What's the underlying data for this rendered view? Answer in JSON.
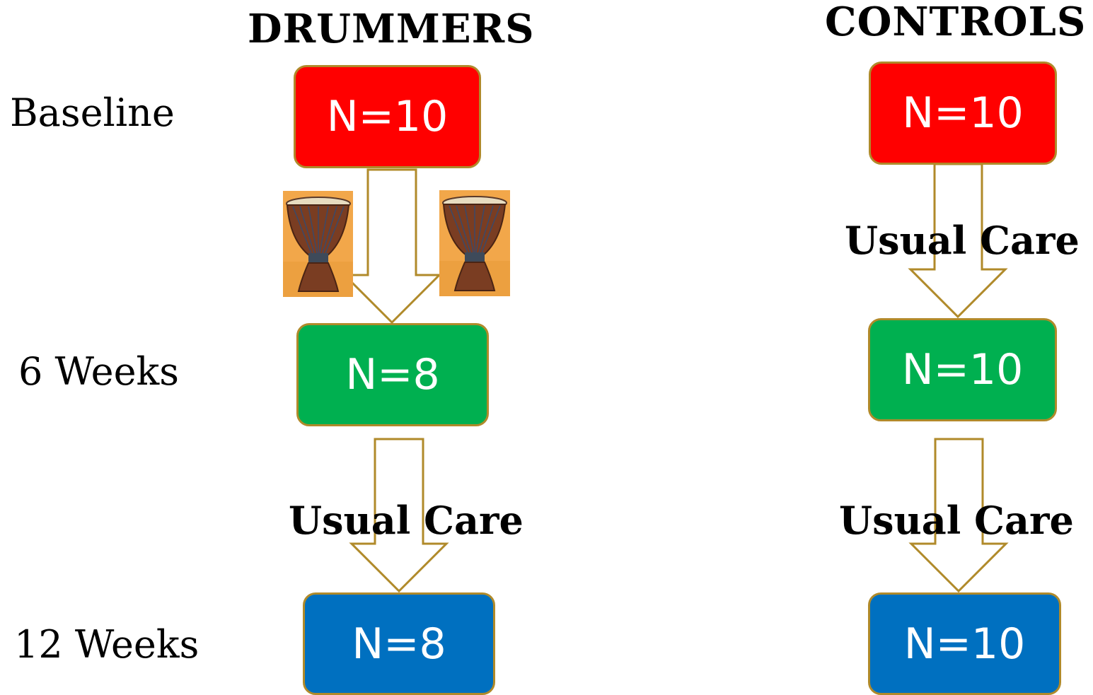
{
  "columns": {
    "drummers": "DRUMMERS",
    "controls": "CONTROLS"
  },
  "rows": {
    "baseline": "Baseline",
    "six_weeks": "6 Weeks",
    "twelve_weeks": "12 Weeks"
  },
  "drummers": {
    "baseline_n": "N=10",
    "six_weeks_n": "N=8",
    "twelve_weeks_n": "N=8",
    "arrow2_label": "Usual Care"
  },
  "controls": {
    "baseline_n": "N=10",
    "six_weeks_n": "N=10",
    "twelve_weeks_n": "N=10",
    "arrow1_label": "Usual Care",
    "arrow2_label": "Usual Care"
  },
  "colors": {
    "baseline": "#ff0000",
    "six_weeks": "#00b050",
    "twelve_weeks": "#0070c0",
    "arrow_outline": "#b08a2a"
  },
  "icons": {
    "drum": "djembe-drum-icon"
  }
}
